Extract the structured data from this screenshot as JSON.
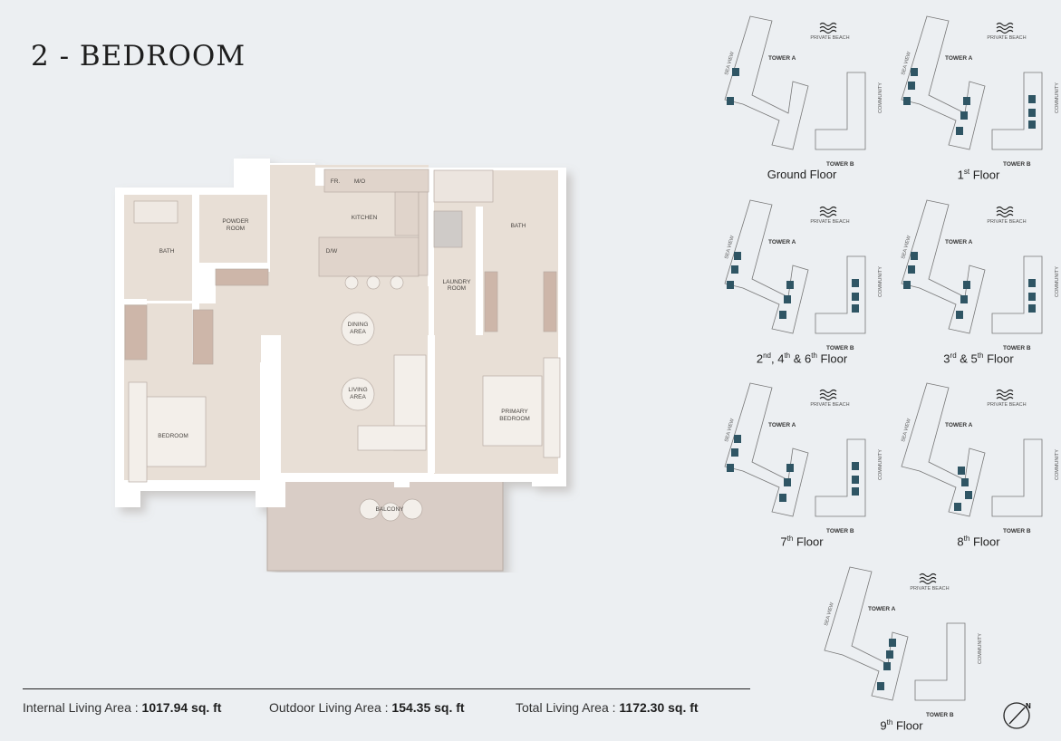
{
  "title": "2 - BEDROOM",
  "plan": {
    "rooms": {
      "bath_left": "BATH",
      "powder_room": [
        "POWDER",
        "ROOM"
      ],
      "kitchen": "KITCHEN",
      "fridge": "FR.",
      "microwave": "M/O",
      "dishwasher": "D/W",
      "laundry_room": [
        "LAUNDRY",
        "ROOM"
      ],
      "bath_right": "BATH",
      "dining_area": [
        "DINING",
        "AREA"
      ],
      "living_area": [
        "LIVING",
        "AREA"
      ],
      "bedroom": "BEDROOM",
      "primary_bedroom": [
        "PRIMARY",
        "BEDROOM"
      ],
      "balcony": "BALCONY"
    }
  },
  "keyplans": {
    "labels": {
      "tower_a": "TOWER A",
      "tower_b": "TOWER B",
      "beach": "PRIVATE BEACH",
      "sea_view": "SEA VIEW",
      "community": "COMMUNITY"
    },
    "highlight_color": "#2f5564",
    "floors": [
      {
        "label": "Ground Floor",
        "variant": "ground"
      },
      {
        "label": "1st Floor",
        "variant": "first"
      },
      {
        "label": "2nd, 4th & 6th Floor",
        "variant": "typical"
      },
      {
        "label": "3rd & 5th Floor",
        "variant": "typical"
      },
      {
        "label": "7th Floor",
        "variant": "typical"
      },
      {
        "label": "8th Floor",
        "variant": "eighth"
      },
      {
        "label": "9th Floor",
        "variant": "ninth"
      }
    ]
  },
  "footer": {
    "internal_label": "Internal Living Area :",
    "internal_value": "1017.94 sq. ft",
    "outdoor_label": "Outdoor Living Area :",
    "outdoor_value": "154.35 sq. ft",
    "total_label": "Total Living Area :",
    "total_value": "1172.30 sq. ft",
    "north": "N"
  }
}
